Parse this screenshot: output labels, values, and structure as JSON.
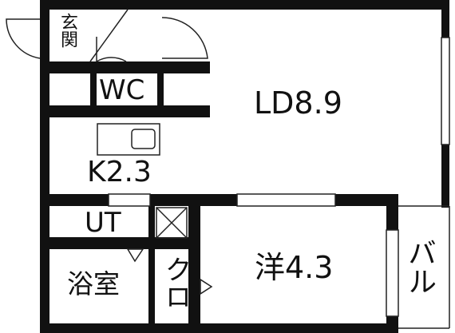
{
  "rooms": {
    "genkan": "玄関",
    "wc": "WC",
    "ld": "LD8.9",
    "kitchen": "K2.3",
    "utility": "UT",
    "bathroom": "浴室",
    "closet": "クロ",
    "western_room": "洋4.3",
    "balcony": "バル"
  },
  "colors": {
    "wall": "#111111",
    "line": "#222222",
    "background": "#ffffff"
  }
}
